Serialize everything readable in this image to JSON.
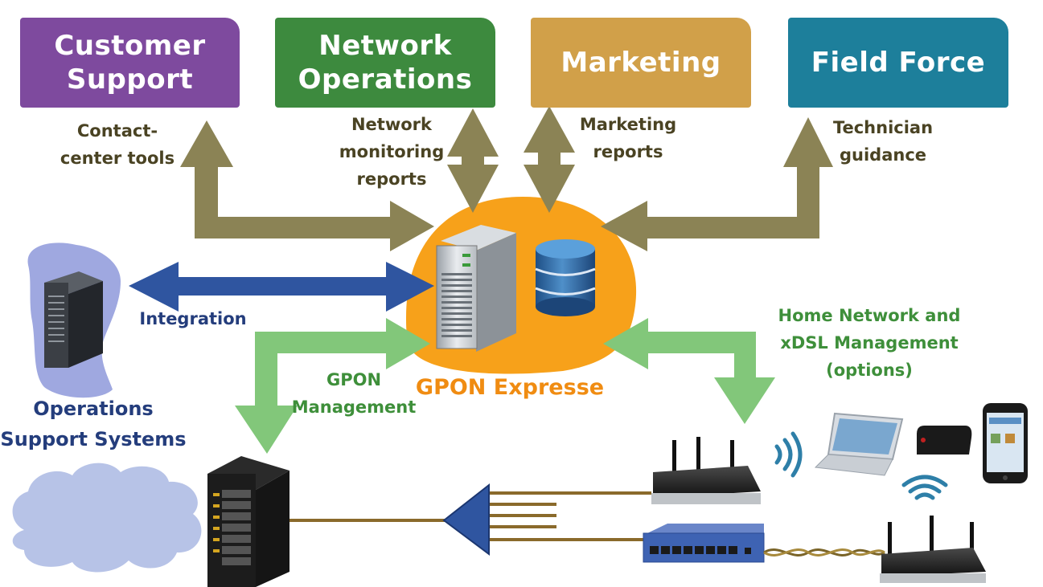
{
  "departments": [
    {
      "id": "customer-support",
      "line1": "Customer",
      "line2": "Support",
      "color": "#7e4a9e"
    },
    {
      "id": "network-operations",
      "line1": "Network",
      "line2": "Operations",
      "color": "#3d8a3e"
    },
    {
      "id": "marketing",
      "line1": "Marketing",
      "line2": "",
      "color": "#d1a049"
    },
    {
      "id": "field-force",
      "line1": "Field Force",
      "line2": "",
      "color": "#1d7f9b"
    }
  ],
  "flows": {
    "contact_center": {
      "line1": "Contact-",
      "line2": "center tools"
    },
    "network_monitoring": {
      "line1": "Network",
      "line2": "monitoring",
      "line3": "reports"
    },
    "marketing_reports": {
      "line1": "Marketing",
      "line2": "reports"
    },
    "technician": {
      "line1": "Technician",
      "line2": "guidance"
    },
    "integration": "Integration",
    "gpon_mgmt": {
      "line1": "GPON",
      "line2": "Management"
    },
    "home_network": {
      "line1": "Home Network and",
      "line2": "xDSL Management",
      "line3": "(options)"
    }
  },
  "hub": {
    "label": "GPON Expresse"
  },
  "oss": {
    "line1": "Operations",
    "line2": "Support Systems"
  },
  "colors": {
    "olive_arrow": "#8b8355",
    "integration_arrow": "#2f55a0",
    "green_arrow": "#82c77a",
    "hub_blob": "#f7a11a",
    "fiber": "#8a6a2b"
  }
}
